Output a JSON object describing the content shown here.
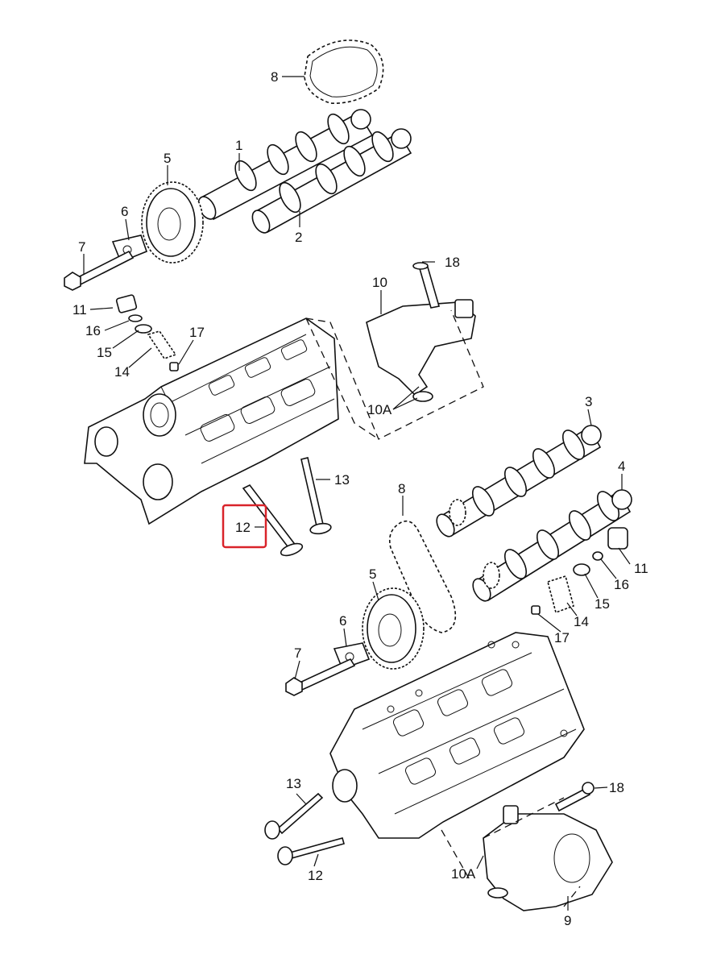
{
  "callouts": {
    "top": {
      "c1": "1",
      "c2": "2",
      "c3": "3",
      "c4": "4",
      "c5": "5",
      "c6": "6",
      "c7": "7",
      "c8": "8",
      "c10": "10",
      "c10a": "10A",
      "c11": "11",
      "c12": "12",
      "c13": "13",
      "c14": "14",
      "c15": "15",
      "c16": "16",
      "c17": "17",
      "c18": "18"
    },
    "bottom": {
      "c5": "5",
      "c6": "6",
      "c7": "7",
      "c8": "8",
      "c9": "9",
      "c10a": "10A",
      "c11": "11",
      "c12": "12",
      "c13": "13",
      "c14": "14",
      "c15": "15",
      "c16": "16",
      "c17": "17",
      "c18": "18"
    }
  },
  "highlight": {
    "part": "12",
    "color": "#d9232a"
  }
}
